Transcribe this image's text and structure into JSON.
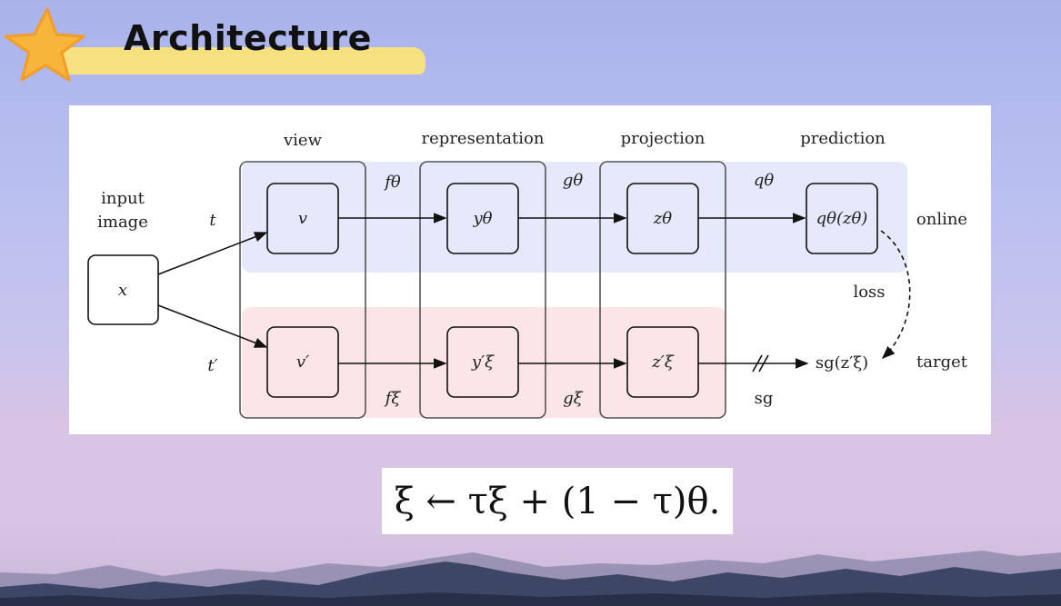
{
  "slide": {
    "title": "Architecture"
  },
  "diagram": {
    "stages": {
      "view": "view",
      "representation": "representation",
      "projection": "projection",
      "prediction": "prediction"
    },
    "input": {
      "line1": "input",
      "line2": "image",
      "node": "x"
    },
    "augment": {
      "online": "t",
      "target": "t′"
    },
    "online": {
      "view": "v",
      "repr": "yθ",
      "proj": "zθ",
      "pred": "qθ(zθ)",
      "f": "fθ",
      "g": "gθ",
      "q": "qθ",
      "branch_label": "online"
    },
    "target": {
      "view": "v′",
      "repr": "y′ξ",
      "proj": "z′ξ",
      "out": "sg(z′ξ)",
      "f": "fξ",
      "g": "gξ",
      "sg": "sg",
      "branch_label": "target"
    },
    "loss": "loss"
  },
  "formula": {
    "text": "ξ ← τξ + (1 − τ)θ."
  },
  "colors": {
    "online_band": "#e6e8fb",
    "target_band": "#fbe5e7",
    "title_brush": "#fbe37a",
    "star": "#f7b53a"
  }
}
